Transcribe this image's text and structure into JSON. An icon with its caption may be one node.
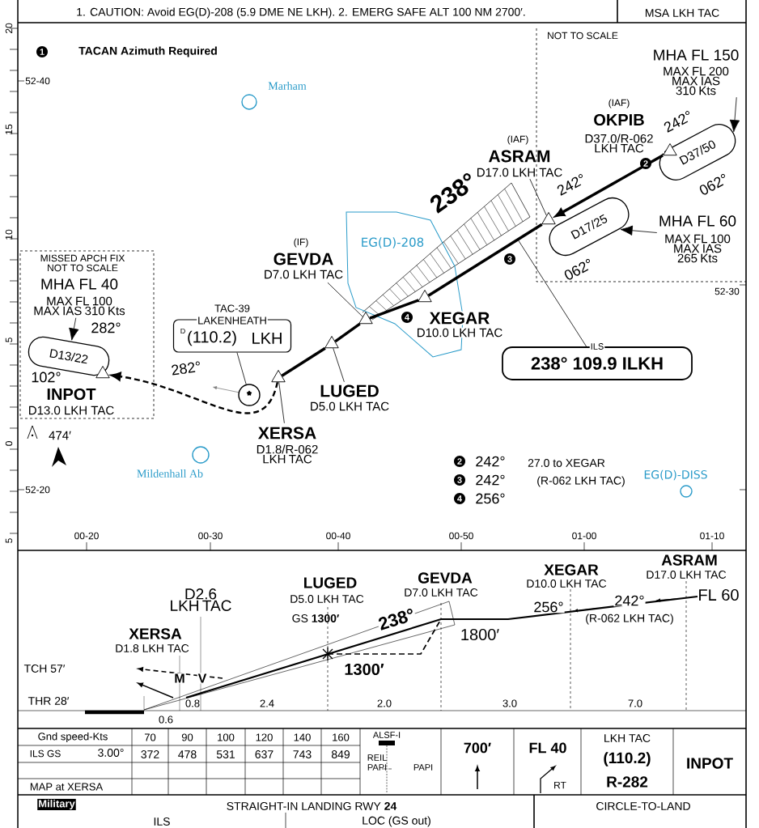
{
  "diagram": {
    "nodes": [
      {
        "text": [
          "NOT TO SCALE"
        ]
      },
      {
        "text": [
          "MHA FL 150",
          "MAX FL 200 MAX IAS 310 Kts"
        ],
        "in": 0
      },
      {
        "text": [
          "D37/50"
        ],
        "in": 0
      },
      {
        "text": [],
        "shape": "triangle",
        "beside": [
          "(IAF)",
          "OKPIB",
          "D37.0/R-062 LKH TAC"
        ],
        "in": 0
      },
      {
        "text": [],
        "shape": "triangle",
        "in": 0
      },
      {
        "text": [
          "D17/25"
        ],
        "in": 0
      },
      {
        "text": [
          "MHA FL 60",
          "MAX FL 100 MAX IAS 265 Kts"
        ],
        "in": 0
      },
      {
        "text": [],
        "shape": "circle",
        "beside": [
          "Marham"
        ]
      },
      {
        "text": [
          "EG(D)-208"
        ]
      },
      {
        "text": [],
        "shape": "triangle"
      },
      {
        "text": [],
        "shape": "triangle",
        "beside": [
          "XEGAR",
          "D10.0 LKH TAC"
        ]
      },
      {
        "text": [],
        "shape": "triangle"
      },
      {
        "text": [
          "ILS",
          "238° 109.9 ILKH"
        ]
      },
      {
        "text": [
          "MISSED APCH FIX NOT TO SCALE"
        ]
      },
      {
        "text": [
          "MHA FL 40",
          "MAX FL 100 MAX IAS 310 Kts"
        ],
        "in": 13
      },
      {
        "text": [
          "D13/22"
        ],
        "in": 13
      },
      {
        "text": [],
        "shape": "triangle",
        "beside": [
          "INPOT",
          "D13.0 LKH TAC"
        ],
        "in": 13
      },
      {
        "text": [
          "TAC-39",
          "LAKENHEATH",
          "D",
          "(110.2)",
          "LKH"
        ]
      },
      {
        "text": [],
        "shape": "circle"
      },
      {
        "text": [],
        "shape": "triangle"
      },
      {
        "text": [],
        "shape": "circle",
        "beside": [
          "Mildenhall Ab"
        ]
      },
      {
        "text": [],
        "shape": "circle",
        "beside": [
          "EG(D)-DISS"
        ]
      },
      {
        "text": [
          "(IAF)",
          "ASRAM",
          "D17.0 LKH TAC"
        ]
      },
      {
        "text": [
          "(IF)",
          "GEVDA",
          "D7.0 LKH TAC"
        ]
      },
      {
        "text": [
          "LUGED",
          "D5.0 LKH TAC"
        ]
      },
      {
        "text": [
          "XERSA",
          "D1.8/R-062 LKH TAC"
        ]
      }
    ],
    "edges": [
      {
        "from": 3,
        "to": 4,
        "arrow": "to",
        "style": "thick"
      },
      {
        "from": 4,
        "to": 10,
        "arrow": "none",
        "style": "thick"
      },
      {
        "from": 10,
        "to": 9,
        "arrow": "none",
        "style": "thick"
      },
      {
        "from": 9,
        "to": 11,
        "arrow": "none",
        "style": "thick"
      },
      {
        "from": 11,
        "to": 19,
        "arrow": "none",
        "style": "thick"
      },
      {
        "from": 19,
        "to": 16,
        "arrow": "to",
        "style": "dashed"
      },
      {
        "from": 17,
        "to": 18,
        "arrow": "none"
      },
      {
        "from": 12,
        "to": null,
        "arrow": "none"
      },
      {
        "from": 1,
        "to": 2,
        "arrow": "to"
      },
      {
        "from": 6,
        "to": 5,
        "arrow": "to"
      },
      {
        "from": 14,
        "to": 15,
        "arrow": "to"
      },
      {
        "from": 22,
        "to": 4,
        "arrow": "none"
      },
      {
        "from": 23,
        "to": 9,
        "arrow": "none"
      },
      {
        "from": 24,
        "to": 11,
        "arrow": "none"
      },
      {
        "from": 25,
        "to": 19,
        "arrow": "none"
      }
    ],
    "labels": [
      "1. CAUTION: Avoid EG(D)-208 (5.9 DME NE LKH). 2. EMERG SAFE ALT 100 NM 2700′.",
      "MSA LKH TAC",
      "20",
      "15",
      "10",
      "5",
      "0",
      "5",
      "1",
      "TACAN Azimuth Required",
      "52-40",
      "242°",
      "2",
      "238°",
      "242°",
      "062°",
      "3",
      "062°",
      "52-30",
      "4",
      "282°",
      "102°",
      "282°",
      "474′",
      "2",
      "242°",
      "27.0 to XEGAR",
      "3",
      "242°",
      "(R-062 LKH TAC)",
      "4",
      "256°",
      "52-20",
      "00-20",
      "00-30",
      "00-40",
      "00-50",
      "01-00",
      "01-10",
      "LUGED",
      "GEVDA",
      "XEGAR",
      "ASRAM",
      "D2.6 LKH TAC",
      "D5.0 LKH TAC",
      "D7.0 LKH TAC",
      "256°",
      "D10.0 LKH TAC",
      "242°",
      "D17.0 LKH TAC",
      "FL 60",
      "GS **1300′**",
      "238°",
      "(R-062 LKH TAC)",
      "XERSA",
      "1800′",
      "D1.8 LKH TAC",
      "TCH 57′",
      "M",
      "V",
      "1300′",
      "THR 28′",
      "0.8",
      "2.4",
      "2.0",
      "3.0",
      "7.0",
      "0.6",
      "Gnd speed-Kts",
      "70",
      "90",
      "100",
      "120",
      "140",
      "160",
      "ALSF-I",
      "700′",
      "FL 40",
      "LKH TAC",
      "INPOT",
      "ILS GS",
      "3.00°",
      "372",
      "478",
      "531",
      "637",
      "743",
      "849",
      "(110.2)",
      "REIL",
      "PAPI",
      "PAPI",
      "MAP at XERSA",
      "RT",
      "R-282",
      "Military",
      "STRAIGHT-IN LANDING RWY **24**",
      "CIRCLE-TO-LAND",
      "ILS",
      "LOC (GS out)"
    ]
  }
}
